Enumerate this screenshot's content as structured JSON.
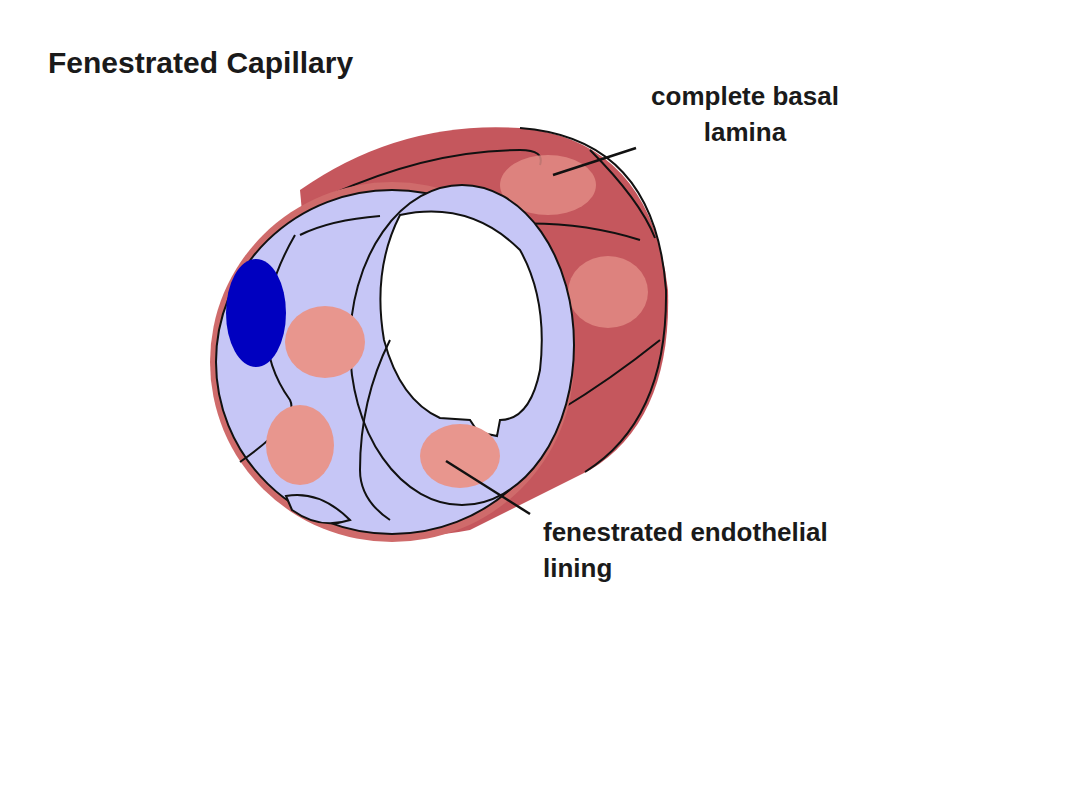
{
  "diagram": {
    "title": "Fenestrated Capillary",
    "labels": [
      "complete basal lamina",
      "fenestrated endothelial lining"
    ]
  }
}
